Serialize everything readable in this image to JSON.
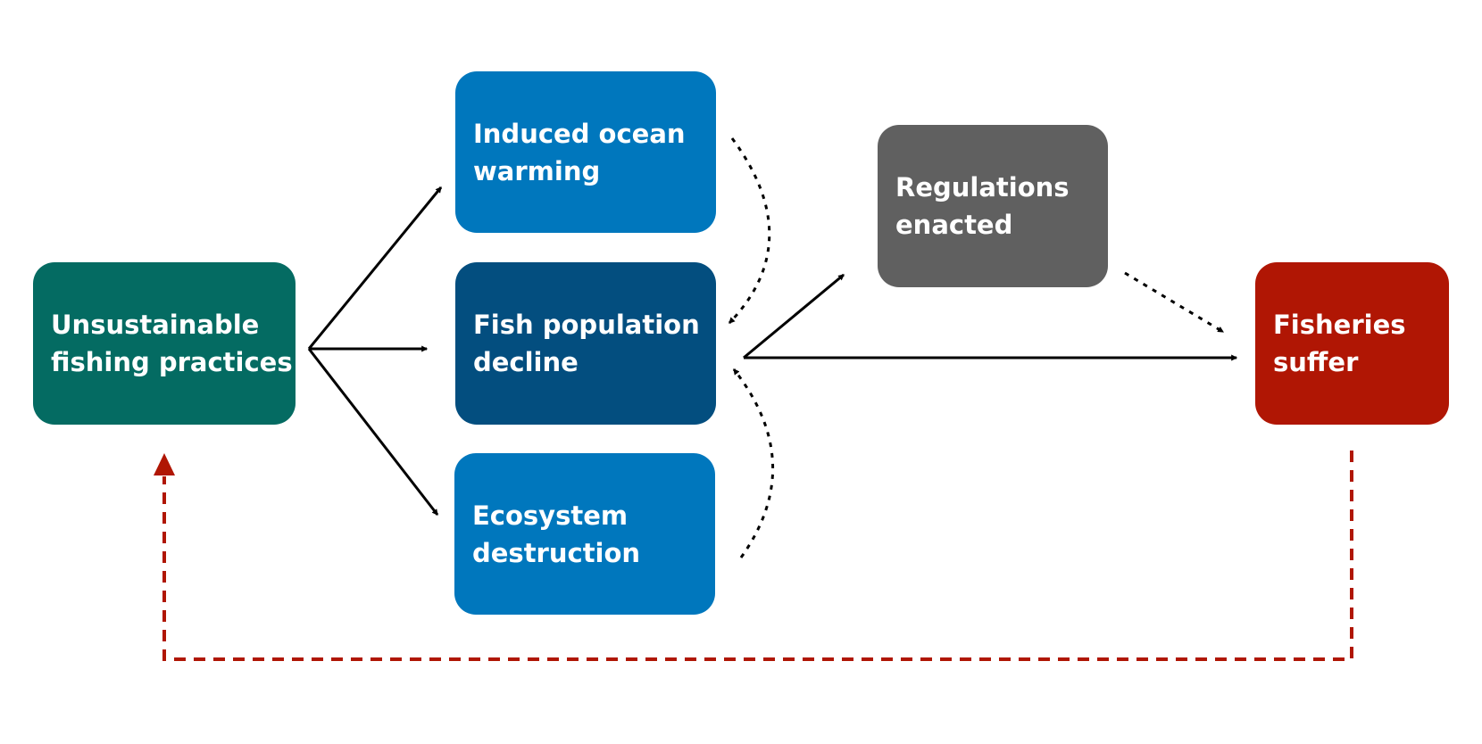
{
  "nodes": {
    "unsustainable": {
      "line1": "Unsustainable",
      "line2": "fishing practices",
      "color": "#046b62"
    },
    "warming": {
      "line1": "Induced ocean",
      "line2": "warming",
      "color": "#0077bd"
    },
    "decline": {
      "line1": "Fish population",
      "line2": "decline",
      "color": "#034e7f"
    },
    "ecosystem": {
      "line1": "Ecosystem",
      "line2": "destruction",
      "color": "#0077bd"
    },
    "regulations": {
      "line1": "Regulations",
      "line2": "enacted",
      "color": "#606060"
    },
    "fisheries": {
      "line1": "Fisheries",
      "line2": "suffer",
      "color": "#b01604"
    }
  },
  "edges": [
    {
      "from": "unsustainable",
      "to": "warming",
      "style": "solid"
    },
    {
      "from": "unsustainable",
      "to": "decline",
      "style": "solid"
    },
    {
      "from": "unsustainable",
      "to": "ecosystem",
      "style": "solid"
    },
    {
      "from": "warming",
      "to": "decline",
      "style": "dotted"
    },
    {
      "from": "ecosystem",
      "to": "decline",
      "style": "dotted"
    },
    {
      "from": "decline",
      "to": "regulations",
      "style": "solid"
    },
    {
      "from": "decline",
      "to": "fisheries",
      "style": "solid"
    },
    {
      "from": "regulations",
      "to": "fisheries",
      "style": "dotted"
    },
    {
      "from": "fisheries",
      "to": "unsustainable",
      "style": "dashed-feedback"
    }
  ],
  "colors": {
    "arrow": "#000000",
    "feedback": "#b01604"
  }
}
